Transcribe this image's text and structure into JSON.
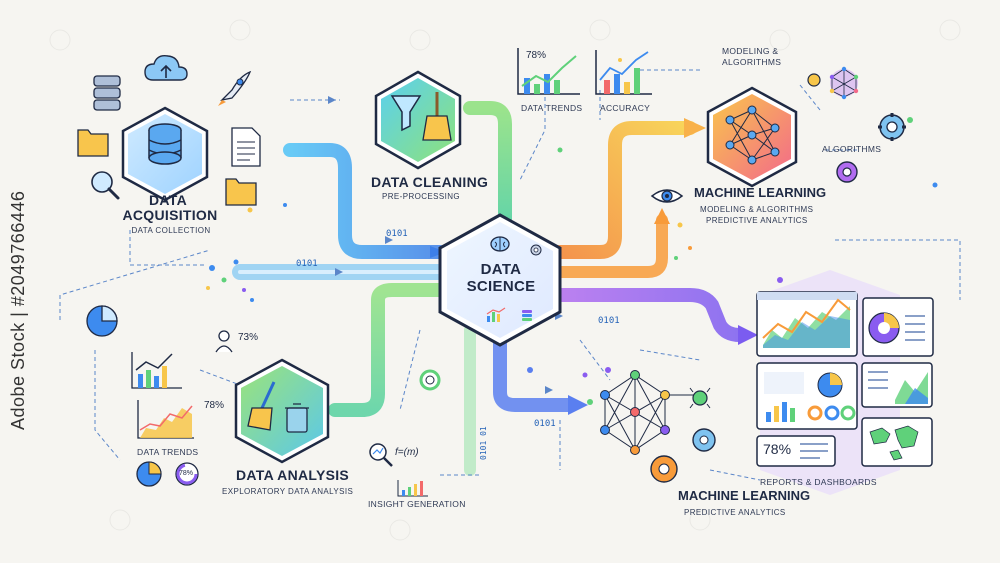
{
  "center": {
    "title_line1": "DATA",
    "title_line2": "SCIENCE"
  },
  "nodes": {
    "acquisition": {
      "title_line1": "DATA",
      "title_line2": "ACQUISITION",
      "subtitle": "DATA COLLECTION"
    },
    "cleaning": {
      "title": "DATA CLEANING",
      "subtitle": "PRE-PROCESSING"
    },
    "analysis": {
      "title": "DATA ANALYSIS",
      "subtitle": "EXPLORATORY DATA ANALYSIS"
    },
    "ml_top": {
      "title": "MACHINE LEARNING",
      "subtitle_line1": "MODELING & ALGORITHMS",
      "subtitle_line2": "PREDICTIVE ANALYTICS"
    },
    "ml_bottom": {
      "title": "MACHINE LEARNING",
      "subtitle": "PREDICTIVE ANALYTICS"
    },
    "modeling": {
      "line1": "MODELING &",
      "line2": "ALGORITHMS"
    }
  },
  "labels": {
    "data_trends_top": "DATA TRENDS",
    "accuracy": "ACCURACY",
    "algorithms": "ALGORITHMS",
    "data_trends_left": "DATA TRENDS",
    "insight_generation": "INSIGHT GENERATION",
    "reports_dashboards": "REPORTS & DASHBOARDS",
    "formula": "f=(m)"
  },
  "percentages": {
    "top_chart": "78%",
    "left_mid": "73%",
    "left_lower": "78%",
    "left_pie": "78%",
    "dashboard": "78%"
  },
  "binary": {
    "b1": "0101",
    "b2": "0101",
    "b3": "0101",
    "b4": "0101",
    "b5": "0101",
    "b6": "0101 01"
  },
  "watermark": "Adobe Stock | #2049766446",
  "colors": {
    "blue": "#3d8bef",
    "cyan": "#4fc3f7",
    "green": "#5fd17a",
    "yellow": "#f7c64a",
    "orange": "#f89b3a",
    "purple": "#8a5cf0",
    "navy": "#1f2a44"
  }
}
